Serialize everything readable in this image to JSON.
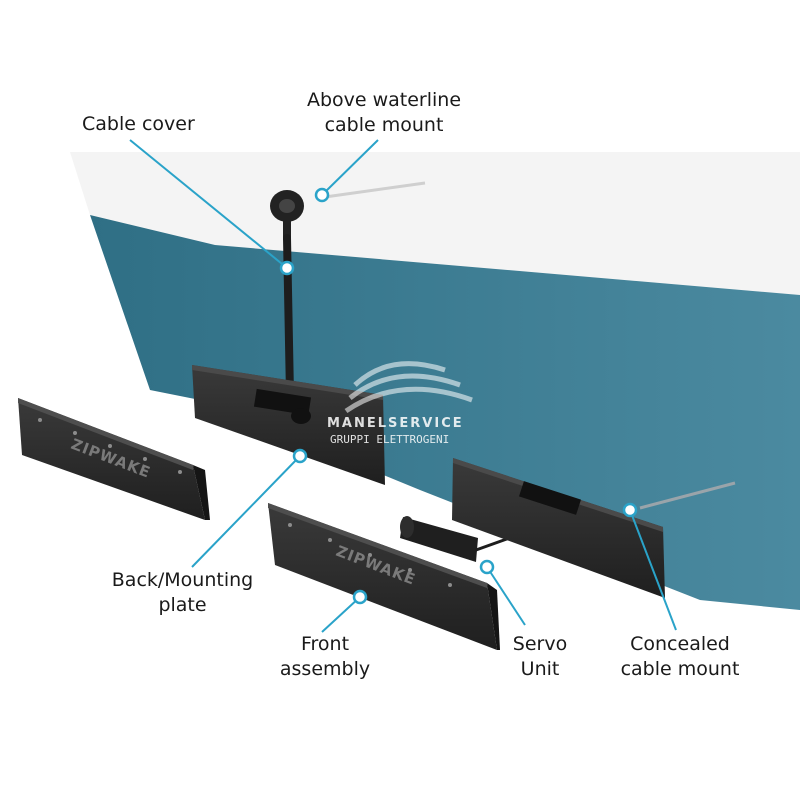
{
  "labels": {
    "above_waterline": [
      "Above waterline",
      "cable mount"
    ],
    "cable_cover": "Cable cover",
    "back_mounting": [
      "Back/Mounting",
      "plate"
    ],
    "front_assembly": [
      "Front",
      "assembly"
    ],
    "servo": [
      "Servo",
      "Unit"
    ],
    "concealed": [
      "Concealed",
      "cable mount"
    ]
  },
  "watermark": {
    "title": "MANELSERVICE",
    "subtitle": "GRUPPI ELETTROGENI"
  },
  "brand": "ZIPWAKE",
  "colors": {
    "hull_blue": "#3d7d93",
    "hull_white": "#f3f3f3",
    "callout": "#2aa3c9",
    "plate": "#2a2a2a"
  }
}
